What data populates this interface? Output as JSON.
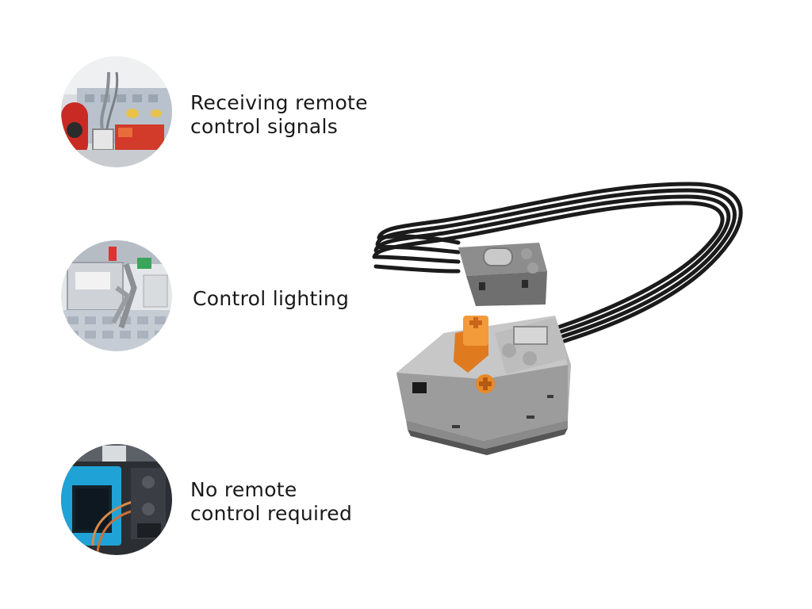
{
  "features": [
    {
      "lines": [
        "Receiving remote",
        "control signals"
      ],
      "photo": "remote-receiver-photo"
    },
    {
      "lines": [
        "Control lighting"
      ],
      "photo": "lighting-model-photo"
    },
    {
      "lines": [
        "No remote",
        "control required"
      ],
      "photo": "battery-box-photo"
    }
  ],
  "product": {
    "name": "switch-with-cable",
    "colors": {
      "cable": "#1b1b1b",
      "body": "#a9a9a9",
      "body_dark": "#5c5c5c",
      "lever": "#f0892a"
    }
  }
}
